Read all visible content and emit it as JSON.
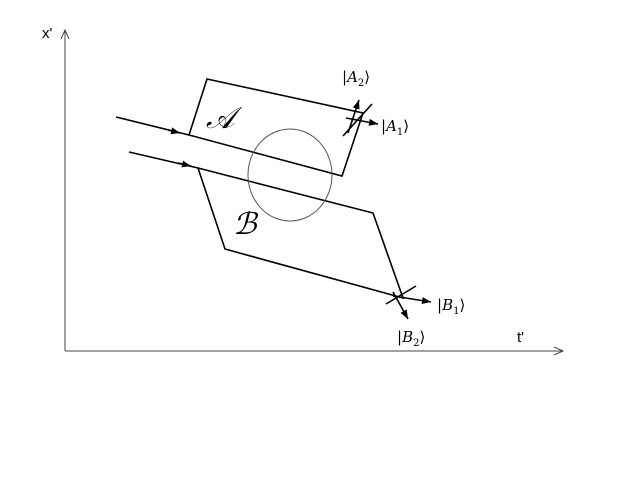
{
  "axes": {
    "x_label": "x'",
    "t_label": "t'"
  },
  "regions": {
    "a": "𝒜",
    "b": "ℬ"
  },
  "outputs": {
    "a1": {
      "letter": "A",
      "sub": "1"
    },
    "a2": {
      "letter": "A",
      "sub": "2"
    },
    "b1": {
      "letter": "B",
      "sub": "1"
    },
    "b2": {
      "letter": "B",
      "sub": "2"
    }
  },
  "colors": {
    "stroke": "#000000",
    "circle": "#555555",
    "axis": "#444444"
  }
}
